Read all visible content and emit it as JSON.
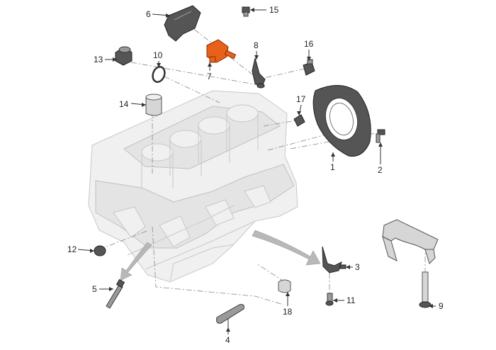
{
  "callouts": {
    "c1": "1",
    "c2": "2",
    "c3": "3",
    "c4": "4",
    "c5": "5",
    "c6": "6",
    "c7": "7",
    "c8": "8",
    "c9": "9",
    "c10": "10",
    "c11": "11",
    "c12": "12",
    "c13": "13",
    "c14": "14",
    "c15": "15",
    "c16": "16",
    "c17": "17",
    "c18": "18"
  },
  "colors": {
    "highlight": "#e8611a",
    "part": "#9a9a9a",
    "block_ghost": "#f0f0f0",
    "leader": "#333333"
  },
  "icons": {
    "highlighted_part": "orange-bolt-part"
  }
}
